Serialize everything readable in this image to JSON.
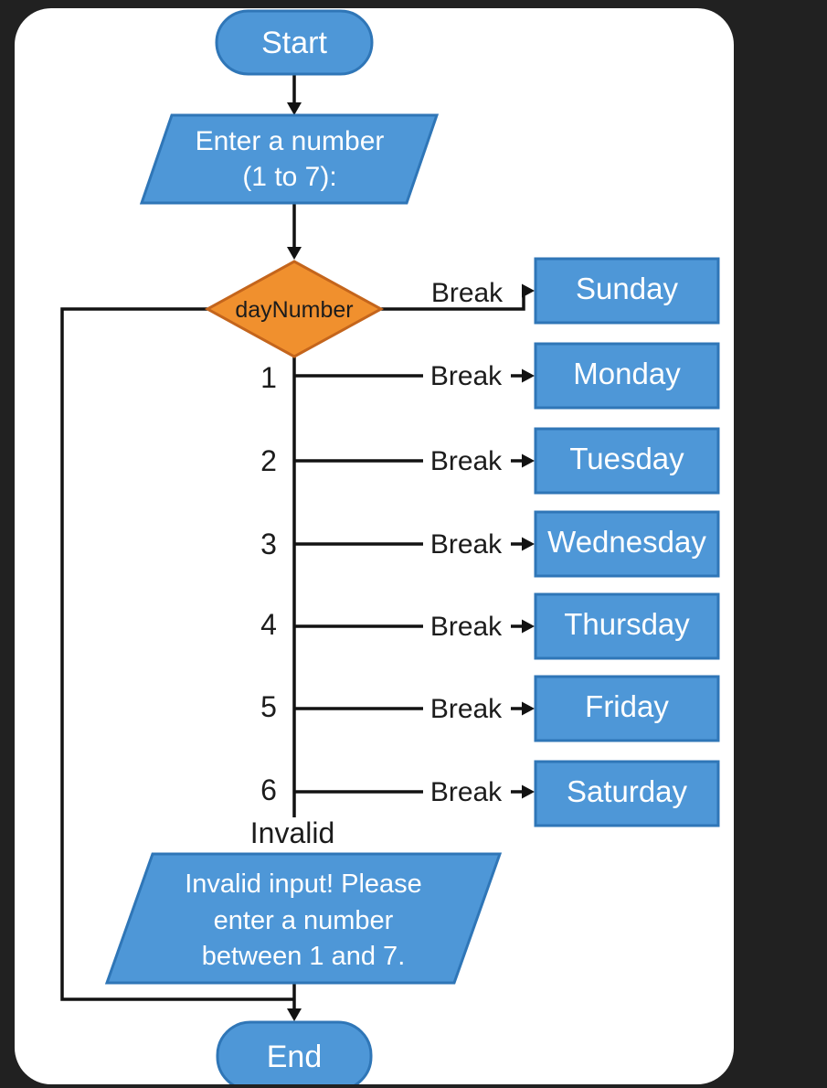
{
  "colors": {
    "background": "#212121",
    "surface": "#ffffff",
    "node_blue": "#4e97d7",
    "node_blue_border": "#2f76b7",
    "node_orange": "#f0902e",
    "node_orange_border": "#c4651c",
    "edge_line": "#121212",
    "text_light": "#ffffff",
    "text_dark": "#1c1c1c"
  },
  "flow": {
    "start_label": "Start",
    "input_lines": [
      "Enter a number",
      "(1 to 7):"
    ],
    "decision_label": "dayNumber",
    "invalid_case_label": "Invalid",
    "invalid_output_lines": [
      "Invalid input! Please",
      "enter a number",
      "between 1 and 7."
    ],
    "end_label": "End"
  },
  "branches": [
    {
      "case_label": "",
      "edge_label": "Break",
      "day": "Sunday"
    },
    {
      "case_label": "1",
      "edge_label": "Break",
      "day": "Monday"
    },
    {
      "case_label": "2",
      "edge_label": "Break",
      "day": "Tuesday"
    },
    {
      "case_label": "3",
      "edge_label": "Break",
      "day": "Wednesday"
    },
    {
      "case_label": "4",
      "edge_label": "Break",
      "day": "Thursday"
    },
    {
      "case_label": "5",
      "edge_label": "Break",
      "day": "Friday"
    },
    {
      "case_label": "6",
      "edge_label": "Break",
      "day": "Saturday"
    }
  ]
}
